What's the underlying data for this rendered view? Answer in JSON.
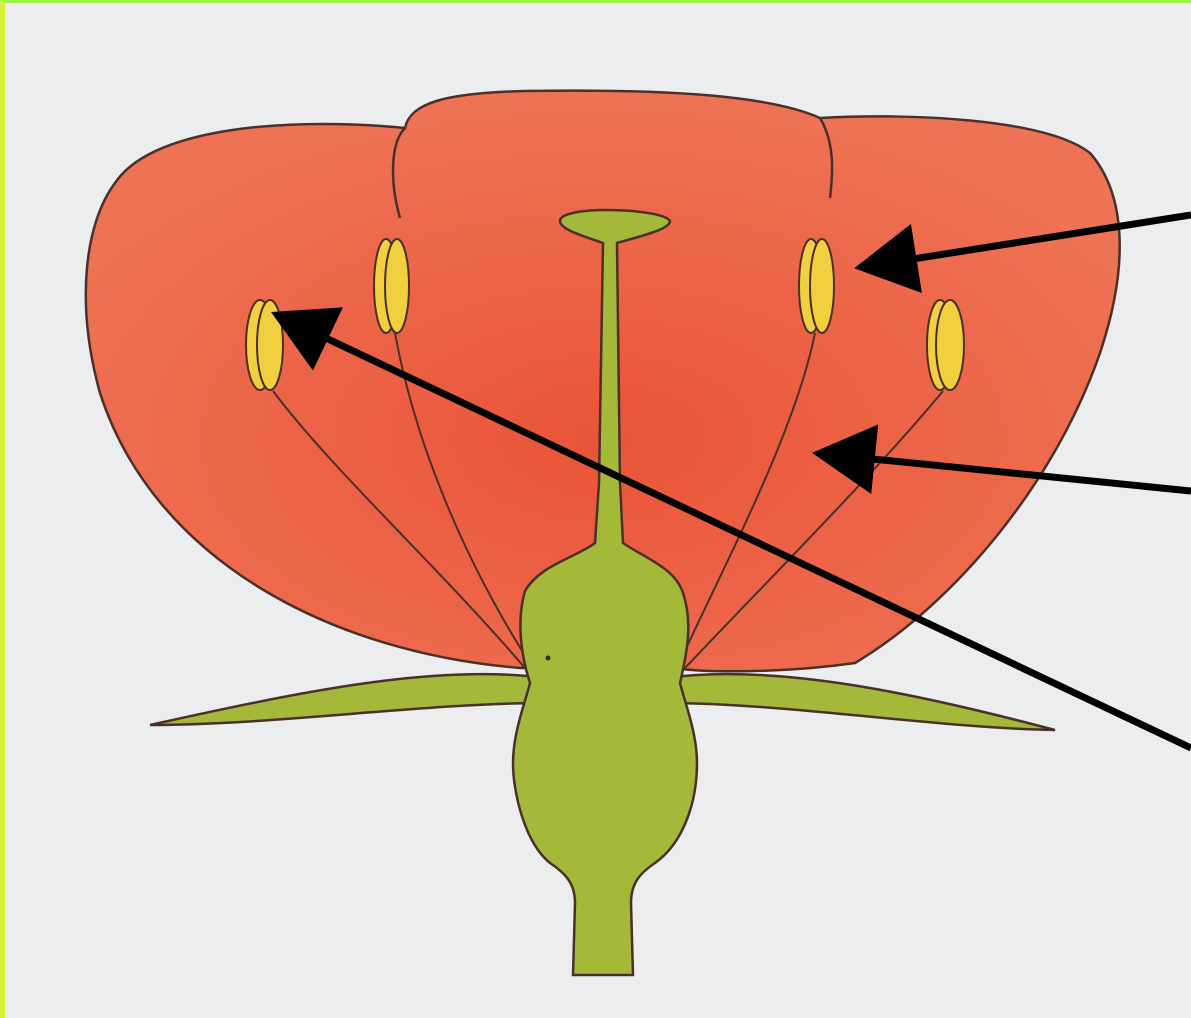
{
  "diagram": {
    "subject": "flower-cross-section",
    "labels": [],
    "colors": {
      "background": "#ecedee",
      "petal": "#ec6a4c",
      "petal_outline": "#4a3028",
      "green_parts": "#a4b83a",
      "anther": "#f1cf3e",
      "arrow": "#000000",
      "frame_top": "#9af04a",
      "frame_left": "#d6f03a"
    },
    "parts": [
      {
        "id": "petals",
        "name": "petal-icon"
      },
      {
        "id": "stamens",
        "name": "stamen-icon",
        "count": 4
      },
      {
        "id": "pistil",
        "name": "pistil-icon"
      },
      {
        "id": "sepals",
        "name": "sepal-icon",
        "count": 2
      },
      {
        "id": "stalk",
        "name": "stalk-icon"
      }
    ],
    "arrows": [
      {
        "id": "arrow-1",
        "points_to": "anther-right-inner"
      },
      {
        "id": "arrow-2",
        "points_to": "petal-right"
      },
      {
        "id": "arrow-3",
        "points_to": "anther-left-outer"
      }
    ]
  }
}
